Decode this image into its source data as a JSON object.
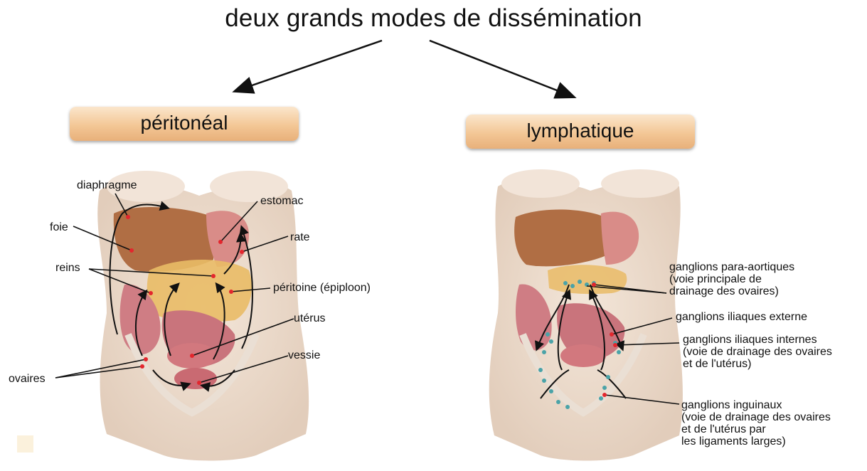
{
  "title": "deux grands modes de dissémination",
  "modes": {
    "peritoneal": "péritonéal",
    "lymphatique": "lymphatique"
  },
  "left_labels": {
    "diaphragme": "diaphragme",
    "estomac": "estomac",
    "foie": "foie",
    "rate": "rate",
    "reins": "reins",
    "peritoine": "péritoine (épiploon)",
    "uterus": "utérus",
    "vessie": "vessie",
    "ovaires": "ovaires"
  },
  "right_labels": {
    "para_aortiques": [
      "ganglions para-aortiques",
      "(voie principale de",
      "drainage des ovaires)"
    ],
    "iliaques_externe": [
      "ganglions iliaques externe"
    ],
    "iliaques_internes": [
      "ganglions iliaques internes",
      "(voie de drainage des ovaires",
      "et de l'utérus)"
    ],
    "inguinaux": [
      "ganglions inguinaux",
      "(voie de drainage des ovaires",
      "et de l'utérus par",
      "les ligaments larges)"
    ]
  },
  "colors": {
    "skin": "#eddccd",
    "liver": "#a8673e",
    "organ": "#d9868a",
    "omentum": "#e8b85a",
    "node": "#4aa3a8",
    "marker": "#e3262d"
  }
}
